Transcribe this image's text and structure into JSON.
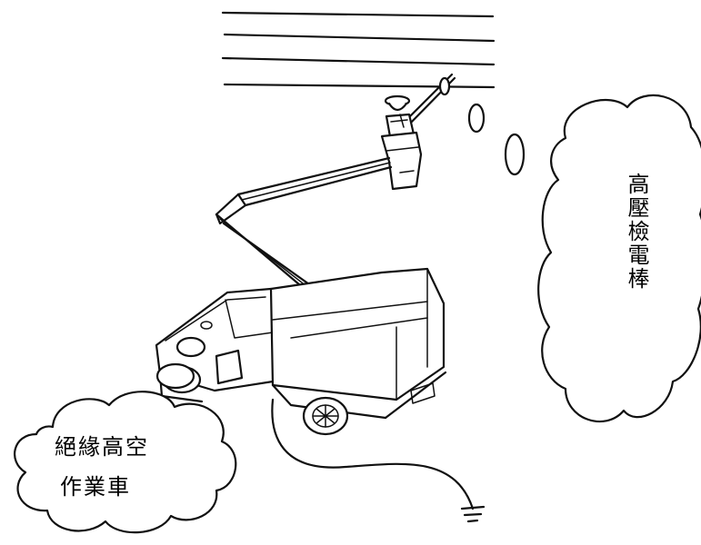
{
  "callouts": {
    "detector_label": "高壓檢電棒",
    "truck_label_line1": "絕緣高空",
    "truck_label_line2": "作業車"
  }
}
